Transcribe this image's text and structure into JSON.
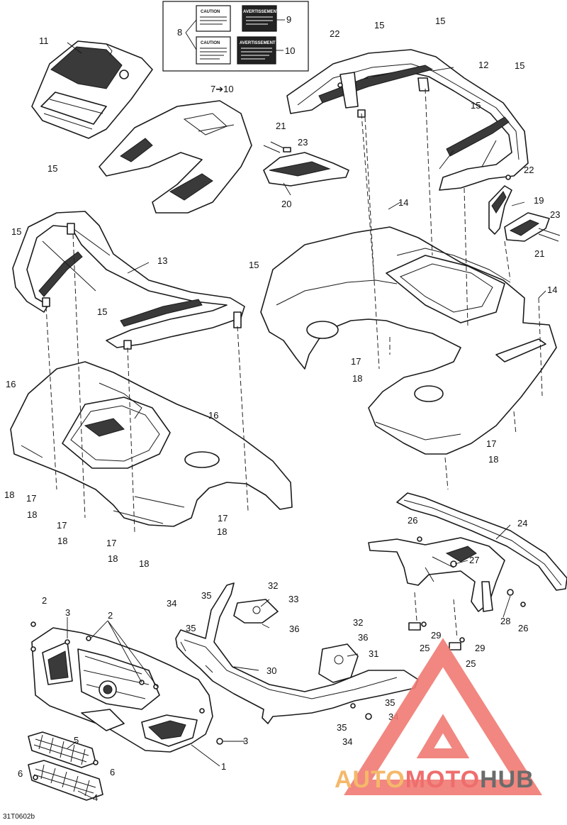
{
  "diagram": {
    "drawing_code": "31T0602b",
    "decal_text": {
      "caution": "CAUTION",
      "avertissement": "AVERTISSEMENT"
    },
    "callouts": [
      {
        "id": "c1",
        "text": "1"
      },
      {
        "id": "c2a",
        "text": "2"
      },
      {
        "id": "c2b",
        "text": "2"
      },
      {
        "id": "c3a",
        "text": "3"
      },
      {
        "id": "c3b",
        "text": "3"
      },
      {
        "id": "c4",
        "text": "4"
      },
      {
        "id": "c5",
        "text": "5"
      },
      {
        "id": "c6a",
        "text": "6"
      },
      {
        "id": "c6b",
        "text": "6"
      },
      {
        "id": "c7to10",
        "text": "7➔10"
      },
      {
        "id": "c8",
        "text": "8"
      },
      {
        "id": "c9",
        "text": "9"
      },
      {
        "id": "c10",
        "text": "10"
      },
      {
        "id": "c11",
        "text": "11"
      },
      {
        "id": "c12",
        "text": "12"
      },
      {
        "id": "c13",
        "text": "13"
      },
      {
        "id": "c14a",
        "text": "14"
      },
      {
        "id": "c14b",
        "text": "14"
      },
      {
        "id": "c15a",
        "text": "15"
      },
      {
        "id": "c15b",
        "text": "15"
      },
      {
        "id": "c15c",
        "text": "15"
      },
      {
        "id": "c15d",
        "text": "15"
      },
      {
        "id": "c15e",
        "text": "15"
      },
      {
        "id": "c15f",
        "text": "15"
      },
      {
        "id": "c15g",
        "text": "15"
      },
      {
        "id": "c15h",
        "text": "15"
      },
      {
        "id": "c16a",
        "text": "16"
      },
      {
        "id": "c16b",
        "text": "16"
      },
      {
        "id": "c17a",
        "text": "17"
      },
      {
        "id": "c17b",
        "text": "17"
      },
      {
        "id": "c17c",
        "text": "17"
      },
      {
        "id": "c17d",
        "text": "17"
      },
      {
        "id": "c17e",
        "text": "17"
      },
      {
        "id": "c17f",
        "text": "17"
      },
      {
        "id": "c18a",
        "text": "18"
      },
      {
        "id": "c18b",
        "text": "18"
      },
      {
        "id": "c18c",
        "text": "18"
      },
      {
        "id": "c18d",
        "text": "18"
      },
      {
        "id": "c18e",
        "text": "18"
      },
      {
        "id": "c18f",
        "text": "18"
      },
      {
        "id": "c18g",
        "text": "18"
      },
      {
        "id": "c18h",
        "text": "18"
      },
      {
        "id": "c19",
        "text": "19"
      },
      {
        "id": "c20",
        "text": "20"
      },
      {
        "id": "c21a",
        "text": "21"
      },
      {
        "id": "c21b",
        "text": "21"
      },
      {
        "id": "c22a",
        "text": "22"
      },
      {
        "id": "c22b",
        "text": "22"
      },
      {
        "id": "c23a",
        "text": "23"
      },
      {
        "id": "c23b",
        "text": "23"
      },
      {
        "id": "c24",
        "text": "24"
      },
      {
        "id": "c25a",
        "text": "25"
      },
      {
        "id": "c25b",
        "text": "25"
      },
      {
        "id": "c26a",
        "text": "26"
      },
      {
        "id": "c26b",
        "text": "26"
      },
      {
        "id": "c27",
        "text": "27"
      },
      {
        "id": "c28",
        "text": "28"
      },
      {
        "id": "c29a",
        "text": "29"
      },
      {
        "id": "c29b",
        "text": "29"
      },
      {
        "id": "c30",
        "text": "30"
      },
      {
        "id": "c31",
        "text": "31"
      },
      {
        "id": "c32a",
        "text": "32"
      },
      {
        "id": "c32b",
        "text": "32"
      },
      {
        "id": "c33",
        "text": "33"
      },
      {
        "id": "c34a",
        "text": "34"
      },
      {
        "id": "c34b",
        "text": "34"
      },
      {
        "id": "c34c",
        "text": "34"
      },
      {
        "id": "c35a",
        "text": "35"
      },
      {
        "id": "c35b",
        "text": "35"
      },
      {
        "id": "c35c",
        "text": "35"
      },
      {
        "id": "c35d",
        "text": "35"
      },
      {
        "id": "c36a",
        "text": "36"
      },
      {
        "id": "c36b",
        "text": "36"
      }
    ]
  },
  "watermark": {
    "part1": "AUTO",
    "part2": "MOTO",
    "part3": "HUB"
  },
  "colors": {
    "watermark_red": "#ef6d6d",
    "watermark_orange": "#f5b86a",
    "watermark_gray": "#6b6b6b",
    "line": "#1a1a1a"
  }
}
